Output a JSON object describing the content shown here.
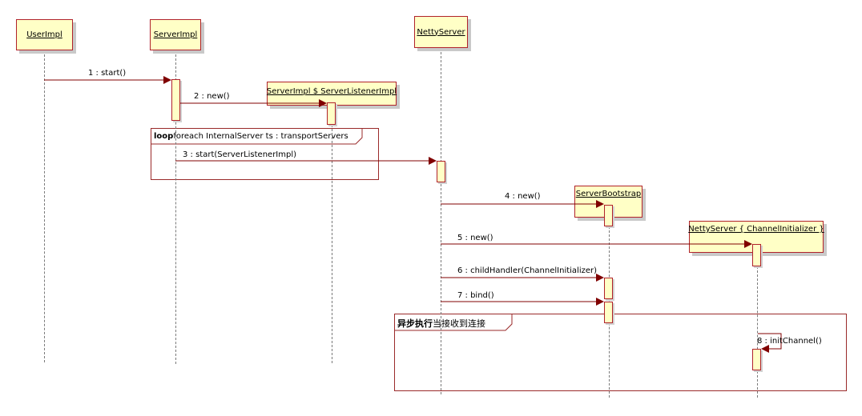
{
  "lifelines": {
    "userimpl": "UserImpl",
    "serverimpl": "ServerImpl",
    "nettyserver": "NettyServer",
    "listenerimpl": "ServerImpl $ ServerListenerImpl",
    "serverbootstrap": "ServerBootstrap",
    "channelinitializer": "NettyServer { ChannelInitializer }"
  },
  "frames": {
    "loop_keyword": "loop",
    "loop_guard": "foreach InternalServer ts : transportServers",
    "async_keyword": "异步执行",
    "async_guard": "当接收到连接"
  },
  "messages": {
    "m1": "1 : start()",
    "m2": "2 : new()",
    "m3": "3 : start(ServerListenerImpl)",
    "m4": "4 : new()",
    "m5": "5 : new()",
    "m6": "6 : childHandler(ChannelInitializer)",
    "m7": "7 : bind()",
    "m8": "8 : initChannel()"
  },
  "colors": {
    "arrow": "#800000",
    "box_fill": "#ffffc6",
    "box_border": "#b0222a",
    "lifeline": "#7a7a7a"
  }
}
